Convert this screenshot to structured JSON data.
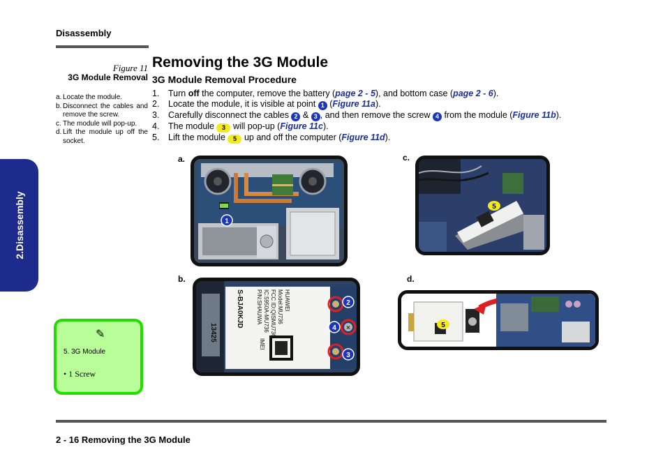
{
  "header": {
    "section": "Disassembly"
  },
  "side_tab": {
    "label": "2.Disassembly"
  },
  "figure": {
    "number": "Figure 11",
    "title": "3G Module Removal",
    "steps": [
      {
        "letter": "a.",
        "text": "Locate the module."
      },
      {
        "letter": "b.",
        "text": "Disconnect the cables and remove the screw."
      },
      {
        "letter": "c.",
        "text": "The module will pop-up."
      },
      {
        "letter": "d.",
        "text": "Lift the module up off the socket."
      }
    ]
  },
  "main": {
    "title": "Removing the 3G Module",
    "subtitle": "3G Module Removal Procedure",
    "steps": {
      "s1": {
        "num": "1.",
        "a": "Turn ",
        "b": "off",
        "c": " the computer, remove the battery (",
        "ref1": "page 2 - 5",
        "d": "), and bottom case (",
        "ref2": "page 2 - 6",
        "e": ")."
      },
      "s2": {
        "num": "2.",
        "a": "Locate the module, it is visible at point ",
        "badge": "1",
        "b": " (",
        "ref": "Figure 11a",
        "c": ")."
      },
      "s3": {
        "num": "3.",
        "a": "Carefully disconnect the cables ",
        "badge1": "2",
        "amp": " & ",
        "badge2": "3",
        "b": ", and then remove the screw ",
        "badge3": "4",
        "c": " from the module (",
        "ref": "Figure 11b",
        "d": ")."
      },
      "s4": {
        "num": "4.",
        "a": "The module ",
        "badge": "3",
        "b": " will pop-up (",
        "ref": "Figure 11c",
        "c": ")."
      },
      "s5": {
        "num": "5.",
        "a": "Lift the module ",
        "badge": "5",
        "b": " up and off the computer (",
        "ref": "Figure 11d",
        "c": ")."
      }
    }
  },
  "photos": {
    "a": {
      "label": "a.",
      "badge": "1"
    },
    "b": {
      "label": "b.",
      "badge2": "2",
      "badge4": "4",
      "badge3": "3",
      "chip_text": "S-BJA0KJD",
      "pn_lines": [
        "P/N:SHAUWA",
        "IC:5950A-MU736",
        "FCC ID:QISMU736",
        "Model:MU736",
        "HUAWEI"
      ],
      "imei": "IMEI",
      "side_text": "13425"
    },
    "c": {
      "label": "c.",
      "badge": "5"
    },
    "d": {
      "label": "d.",
      "badge": "5"
    }
  },
  "note": {
    "icon": "pencil-icon",
    "heading": "5.   3G Module",
    "item": "•   1 Screw"
  },
  "footer": {
    "text": "2  -  16  Removing the 3G Module"
  }
}
